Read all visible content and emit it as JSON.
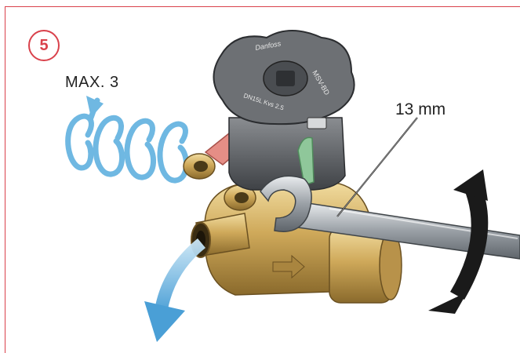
{
  "step": {
    "number": "5"
  },
  "rotation_label": "MAX. 3",
  "wrench_label": "13 mm",
  "knob": {
    "brand": "Danfoss",
    "model": "MSV-BD",
    "spec": "DN15L Kvs 2.5"
  },
  "colors": {
    "accent": "#d9414b",
    "spiral_blue": "#7cc4e8",
    "flow_arrow": "#6cb4e0",
    "handle_grey": "#55585c",
    "brass": "#c9a65a",
    "wrench_steel": "#9ea4aa",
    "red_cap": "#e58e86",
    "blue_clip": "#3f7ec6",
    "green_indicator": "#8fc79a",
    "turn_arrow": "#1a1a1a"
  },
  "icons": [
    "spiral-rotation-icon",
    "flow-out-arrow-icon",
    "turn-direction-arrow-icon"
  ]
}
